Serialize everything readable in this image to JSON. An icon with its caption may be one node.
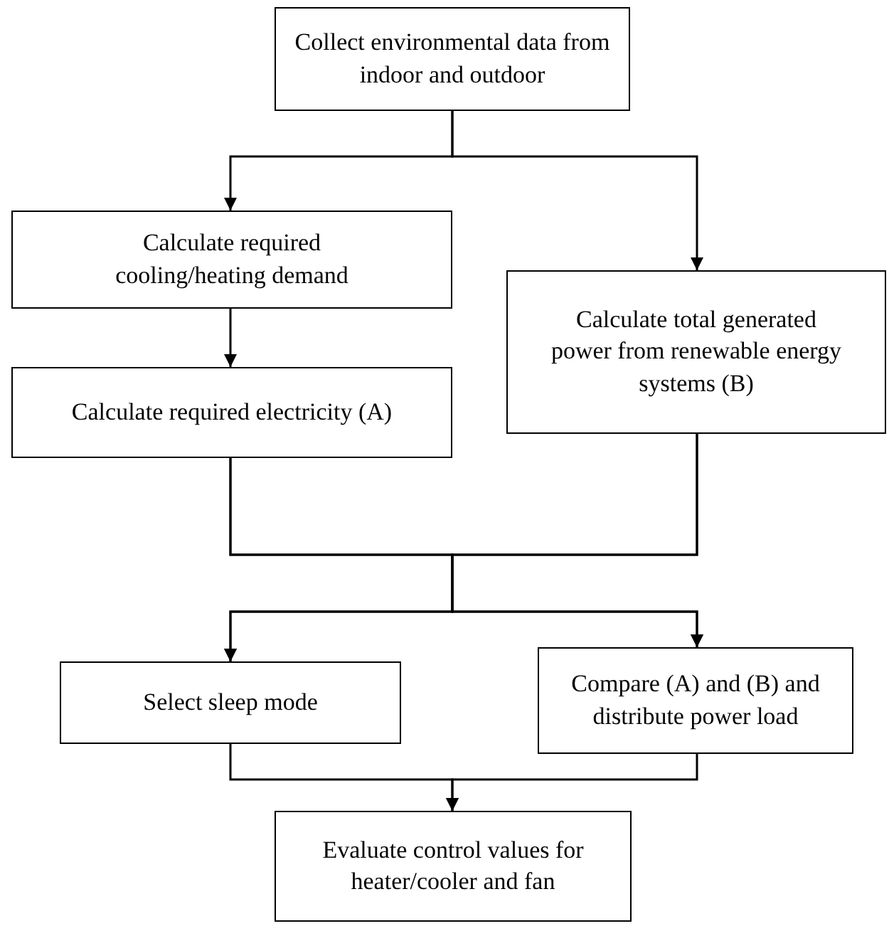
{
  "diagram": {
    "nodes": [
      {
        "text": [
          "Collect environmental data from indoor and outdoor"
        ]
      },
      {
        "text": [
          "Calculate required cooling/heating demand"
        ]
      },
      {
        "text": [
          "Calculate total generated power from renewable energy systems (B)"
        ]
      },
      {
        "text": [
          "Calculate required electricity (A)"
        ]
      },
      {
        "text": [
          "Select sleep mode"
        ]
      },
      {
        "text": [
          "Compare (A) and (B) and distribute power load"
        ]
      },
      {
        "text": [
          "Evaluate control values for heater/cooler and fan"
        ]
      }
    ],
    "edges": [
      {
        "from": 0,
        "to": 1,
        "arrow": "to"
      },
      {
        "from": 0,
        "to": 2,
        "arrow": "to"
      },
      {
        "from": 1,
        "to": 3,
        "arrow": "to"
      },
      {
        "from": 3,
        "to": 4,
        "arrow": "to"
      },
      {
        "from": 3,
        "to": 5,
        "arrow": "to"
      },
      {
        "from": 2,
        "to": 4,
        "arrow": "to"
      },
      {
        "from": 2,
        "to": 5,
        "arrow": "to"
      },
      {
        "from": 4,
        "to": 6,
        "arrow": "to"
      },
      {
        "from": 5,
        "to": 6,
        "arrow": "to"
      }
    ]
  }
}
